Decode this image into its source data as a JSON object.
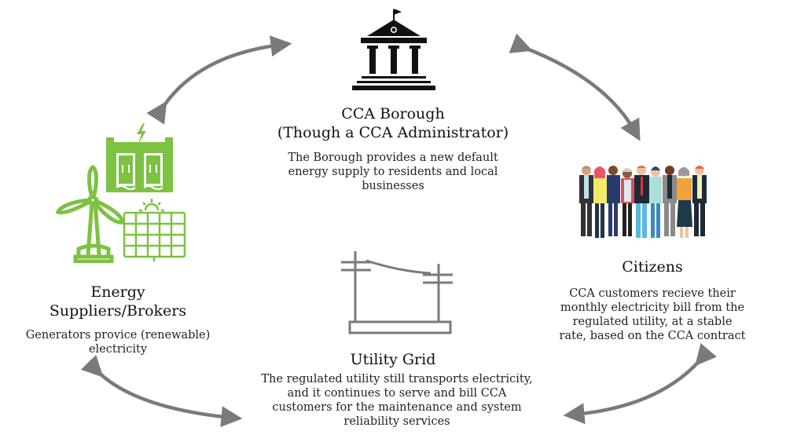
{
  "diagram": {
    "colors": {
      "arrow": "#7a7a7a",
      "green": "#7dc242",
      "building": "#111111",
      "grid": "#7a7a7a"
    },
    "nodes": {
      "borough": {
        "icon": "government-building-icon",
        "title_line1": "CCA Borough",
        "title_line2": "(Though a CCA Administrator)",
        "description": [
          "The Borough provides a new default",
          "energy supply to residents and local",
          "businesses"
        ]
      },
      "suppliers": {
        "icon": "renewable-energy-icon",
        "title_line1": "Energy",
        "title_line2": "Suppliers/Brokers",
        "description": [
          "Generators provice (renewable)",
          "electricity"
        ]
      },
      "citizens": {
        "icon": "group-of-people-icon",
        "title": "Citizens",
        "description": [
          "CCA customers recieve their",
          "monthly electricity bill from the",
          "regulated utility, at a stable",
          "rate, based on the CCA contract"
        ]
      },
      "grid": {
        "icon": "power-lines-icon",
        "title": "Utility Grid",
        "description": [
          "The regulated utility still transports electricity,",
          "and it continues to serve and bill CCA",
          "customers for the maintenance and system",
          "reliability services"
        ]
      }
    },
    "edges": [
      {
        "from": "suppliers",
        "to": "borough",
        "type": "bidirectional"
      },
      {
        "from": "borough",
        "to": "citizens",
        "type": "bidirectional"
      },
      {
        "from": "citizens",
        "to": "grid",
        "type": "bidirectional"
      },
      {
        "from": "grid",
        "to": "suppliers",
        "type": "bidirectional"
      }
    ]
  }
}
